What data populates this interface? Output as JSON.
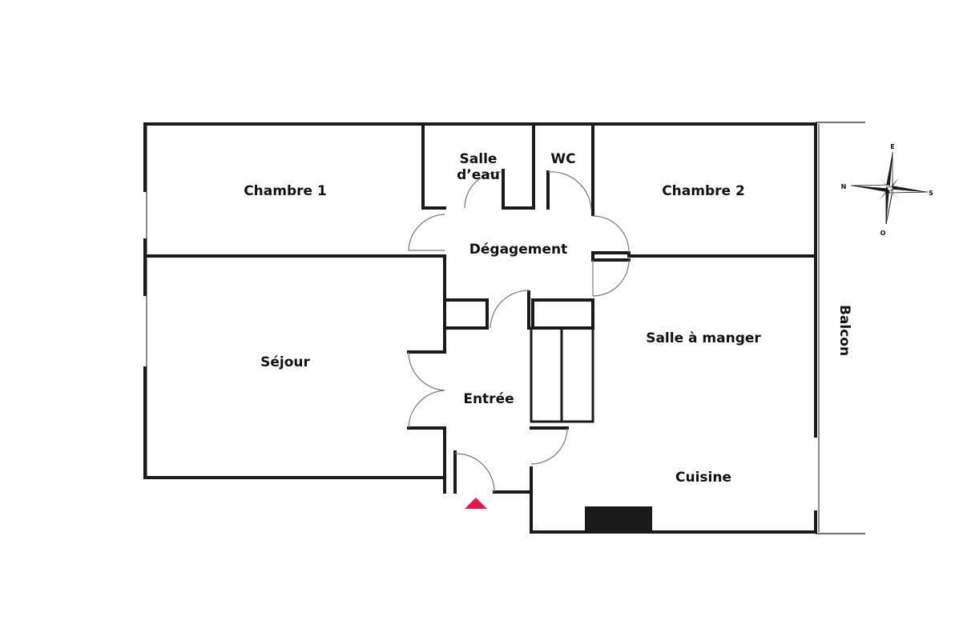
{
  "colors": {
    "wall": "#1a1a1a",
    "door_arc": "#777777",
    "entrance_marker": "#e8174a",
    "background": "#ffffff"
  },
  "rooms": {
    "chambre1": "Chambre 1",
    "salle_deau_line1": "Salle",
    "salle_deau_line2": "d’eau",
    "wc": "WC",
    "chambre2": "Chambre 2",
    "degagement": "Dégagement",
    "sejour": "Séjour",
    "entree": "Entrée",
    "salle_a_manger": "Salle à manger",
    "cuisine": "Cuisine",
    "balcon": "Balcon"
  },
  "compass": {
    "north": "N",
    "east": "E",
    "south": "S",
    "west": "O"
  },
  "icons": {
    "entrance": "entrance-triangle-icon",
    "compass": "compass-rose-icon"
  }
}
